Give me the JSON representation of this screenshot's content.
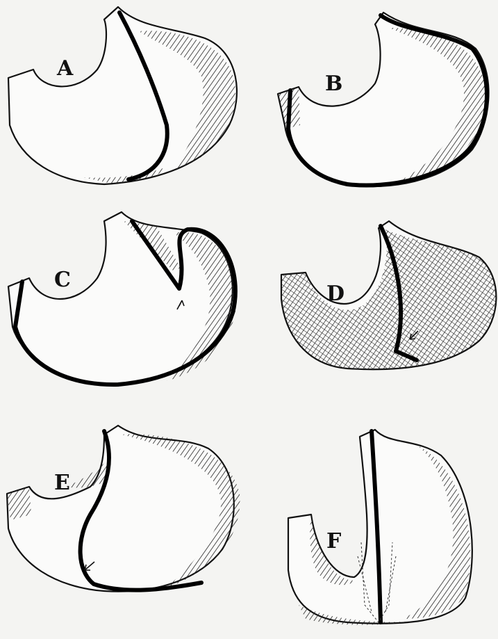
{
  "figure": {
    "panels": [
      {
        "id": "A",
        "label": "A"
      },
      {
        "id": "B",
        "label": "B"
      },
      {
        "id": "C",
        "label": "C"
      },
      {
        "id": "D",
        "label": "D"
      },
      {
        "id": "E",
        "label": "E"
      },
      {
        "id": "F",
        "label": "F"
      }
    ],
    "colors": {
      "ink": "#000000",
      "paper": "#f4f4f2"
    },
    "icons": [
      "arrow-icon"
    ]
  }
}
